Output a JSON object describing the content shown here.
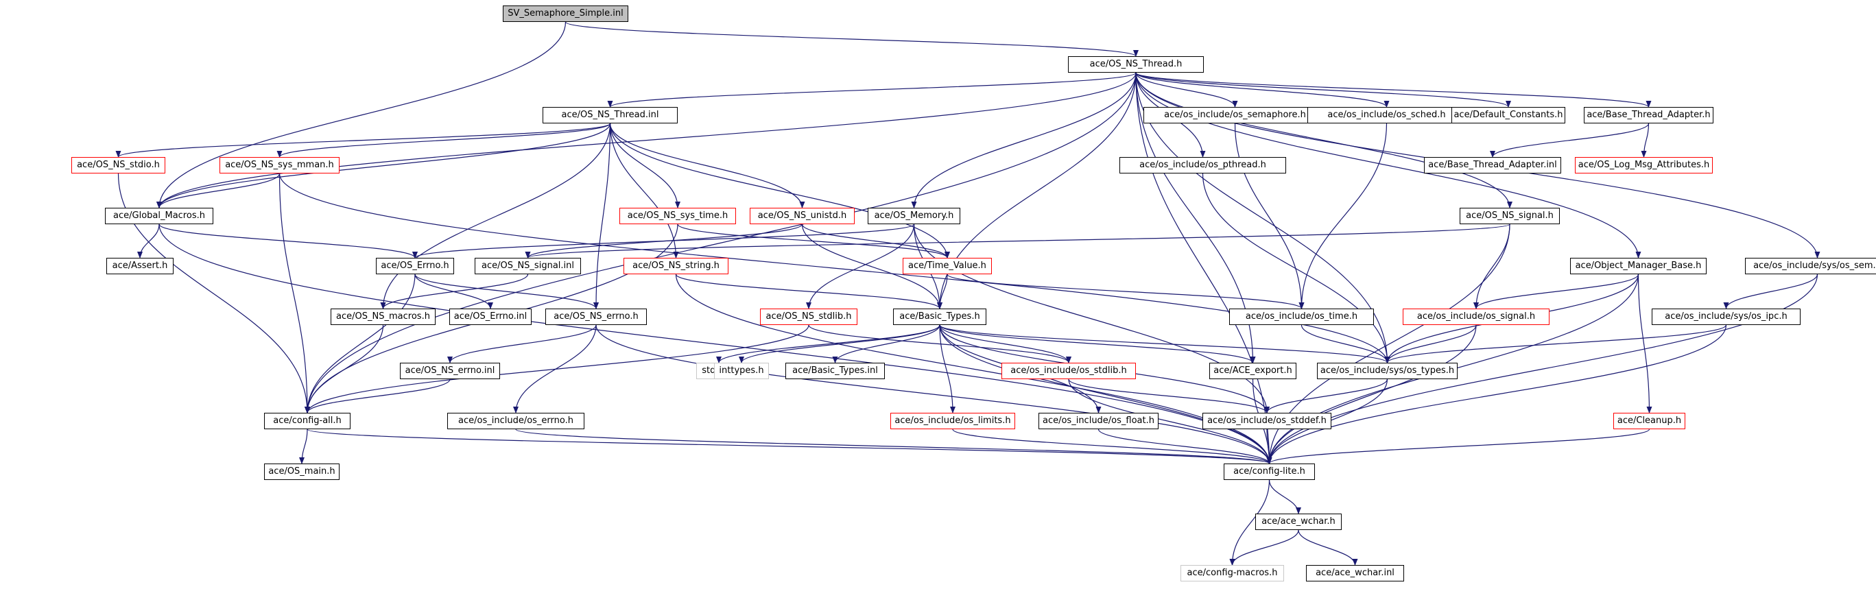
{
  "colors": {
    "edge": "#191970",
    "node_border": "#000000",
    "incomplete_border": "#ff0000",
    "external_border": "#c8c8c8",
    "root_fill": "#bfbfbf"
  },
  "diagram": {
    "root": "SV_Semaphore_Simple.inl",
    "nodes": [
      {
        "id": "root",
        "label": "SV_Semaphore_Simple.inl",
        "style": "root"
      },
      {
        "id": "os_ns_thread_h",
        "label": "ace/OS_NS_Thread.h",
        "style": "normal"
      },
      {
        "id": "os_ns_thread_inl",
        "label": "ace/OS_NS_Thread.inl",
        "style": "normal"
      },
      {
        "id": "os_include_os_semaphore_h",
        "label": "ace/os_include/os_semaphore.h",
        "style": "normal"
      },
      {
        "id": "os_include_os_sched_h",
        "label": "ace/os_include/os_sched.h",
        "style": "normal"
      },
      {
        "id": "default_constants_h",
        "label": "ace/Default_Constants.h",
        "style": "normal"
      },
      {
        "id": "base_thread_adapter_h",
        "label": "ace/Base_Thread_Adapter.h",
        "style": "normal"
      },
      {
        "id": "os_ns_stdio_h",
        "label": "ace/OS_NS_stdio.h",
        "style": "red"
      },
      {
        "id": "os_ns_sys_mman_h",
        "label": "ace/OS_NS_sys_mman.h",
        "style": "red"
      },
      {
        "id": "os_include_os_pthread_h",
        "label": "ace/os_include/os_pthread.h",
        "style": "normal"
      },
      {
        "id": "base_thread_adapter_inl",
        "label": "ace/Base_Thread_Adapter.inl",
        "style": "normal"
      },
      {
        "id": "os_log_msg_attributes_h",
        "label": "ace/OS_Log_Msg_Attributes.h",
        "style": "red"
      },
      {
        "id": "global_macros_h",
        "label": "ace/Global_Macros.h",
        "style": "normal"
      },
      {
        "id": "os_ns_sys_time_h",
        "label": "ace/OS_NS_sys_time.h",
        "style": "red"
      },
      {
        "id": "os_ns_unistd_h",
        "label": "ace/OS_NS_unistd.h",
        "style": "red"
      },
      {
        "id": "os_memory_h",
        "label": "ace/OS_Memory.h",
        "style": "normal"
      },
      {
        "id": "os_ns_signal_h",
        "label": "ace/OS_NS_signal.h",
        "style": "normal"
      },
      {
        "id": "assert_h",
        "label": "ace/Assert.h",
        "style": "normal"
      },
      {
        "id": "os_errno_h",
        "label": "ace/OS_Errno.h",
        "style": "normal"
      },
      {
        "id": "os_ns_signal_inl",
        "label": "ace/OS_NS_signal.inl",
        "style": "normal"
      },
      {
        "id": "os_ns_string_h",
        "label": "ace/OS_NS_string.h",
        "style": "red"
      },
      {
        "id": "time_value_h",
        "label": "ace/Time_Value.h",
        "style": "red"
      },
      {
        "id": "object_manager_base_h",
        "label": "ace/Object_Manager_Base.h",
        "style": "normal"
      },
      {
        "id": "os_include_sys_os_sem_h",
        "label": "ace/os_include/sys/os_sem.h",
        "style": "normal"
      },
      {
        "id": "os_ns_macros_h",
        "label": "ace/OS_NS_macros.h",
        "style": "normal"
      },
      {
        "id": "os_errno_inl",
        "label": "ace/OS_Errno.inl",
        "style": "normal"
      },
      {
        "id": "os_ns_errno_h",
        "label": "ace/OS_NS_errno.h",
        "style": "normal"
      },
      {
        "id": "os_ns_stdlib_h",
        "label": "ace/OS_NS_stdlib.h",
        "style": "red"
      },
      {
        "id": "basic_types_h",
        "label": "ace/Basic_Types.h",
        "style": "normal"
      },
      {
        "id": "os_include_os_time_h",
        "label": "ace/os_include/os_time.h",
        "style": "normal"
      },
      {
        "id": "os_include_os_signal_h",
        "label": "ace/os_include/os_signal.h",
        "style": "red"
      },
      {
        "id": "os_include_sys_os_ipc_h",
        "label": "ace/os_include/sys/os_ipc.h",
        "style": "normal"
      },
      {
        "id": "stdint_h",
        "label": "stdint.h",
        "style": "grey"
      },
      {
        "id": "inttypes_h",
        "label": "inttypes.h",
        "style": "grey"
      },
      {
        "id": "basic_types_inl",
        "label": "ace/Basic_Types.inl",
        "style": "normal"
      },
      {
        "id": "os_include_os_stdlib_h",
        "label": "ace/os_include/os_stdlib.h",
        "style": "red"
      },
      {
        "id": "ace_export_h",
        "label": "ace/ACE_export.h",
        "style": "normal"
      },
      {
        "id": "os_include_sys_os_types_h",
        "label": "ace/os_include/sys/os_types.h",
        "style": "normal"
      },
      {
        "id": "os_ns_errno_inl",
        "label": "ace/OS_NS_errno.inl",
        "style": "normal"
      },
      {
        "id": "config_all_h",
        "label": "ace/config-all.h",
        "style": "normal"
      },
      {
        "id": "os_include_os_errno_h",
        "label": "ace/os_include/os_errno.h",
        "style": "normal"
      },
      {
        "id": "os_include_os_limits_h",
        "label": "ace/os_include/os_limits.h",
        "style": "red"
      },
      {
        "id": "os_include_os_float_h",
        "label": "ace/os_include/os_float.h",
        "style": "normal"
      },
      {
        "id": "os_include_os_stddef_h",
        "label": "ace/os_include/os_stddef.h",
        "style": "normal"
      },
      {
        "id": "cleanup_h",
        "label": "ace/Cleanup.h",
        "style": "red"
      },
      {
        "id": "os_main_h",
        "label": "ace/OS_main.h",
        "style": "normal"
      },
      {
        "id": "config_lite_h",
        "label": "ace/config-lite.h",
        "style": "normal"
      },
      {
        "id": "ace_wchar_h",
        "label": "ace/ace_wchar.h",
        "style": "normal"
      },
      {
        "id": "config_macros_h",
        "label": "ace/config-macros.h",
        "style": "grey"
      },
      {
        "id": "ace_wchar_inl",
        "label": "ace/ace_wchar.inl",
        "style": "normal"
      }
    ],
    "edges": [
      [
        "root",
        "os_ns_thread_h"
      ],
      [
        "root",
        "global_macros_h"
      ],
      [
        "os_ns_thread_h",
        "os_ns_thread_inl"
      ],
      [
        "os_ns_thread_h",
        "os_include_os_semaphore_h"
      ],
      [
        "os_ns_thread_h",
        "os_include_os_sched_h"
      ],
      [
        "os_ns_thread_h",
        "default_constants_h"
      ],
      [
        "os_ns_thread_h",
        "base_thread_adapter_h"
      ],
      [
        "os_ns_thread_h",
        "os_include_os_pthread_h"
      ],
      [
        "os_ns_thread_h",
        "global_macros_h"
      ],
      [
        "os_ns_thread_h",
        "os_memory_h"
      ],
      [
        "os_ns_thread_h",
        "os_ns_signal_h"
      ],
      [
        "os_ns_thread_h",
        "object_manager_base_h"
      ],
      [
        "os_ns_thread_h",
        "os_include_sys_os_sem_h"
      ],
      [
        "os_ns_thread_h",
        "basic_types_h"
      ],
      [
        "os_ns_thread_h",
        "config_all_h"
      ],
      [
        "os_ns_thread_h",
        "ace_export_h"
      ],
      [
        "os_ns_thread_h",
        "config_lite_h"
      ],
      [
        "os_ns_thread_h",
        "os_include_sys_os_types_h"
      ],
      [
        "os_ns_thread_inl",
        "os_ns_stdio_h"
      ],
      [
        "os_ns_thread_inl",
        "os_ns_sys_mman_h"
      ],
      [
        "os_ns_thread_inl",
        "os_ns_sys_time_h"
      ],
      [
        "os_ns_thread_inl",
        "os_ns_unistd_h"
      ],
      [
        "os_ns_thread_inl",
        "os_ns_string_h"
      ],
      [
        "os_ns_thread_inl",
        "time_value_h"
      ],
      [
        "os_ns_thread_inl",
        "os_ns_macros_h"
      ],
      [
        "os_ns_thread_inl",
        "os_ns_errno_h"
      ],
      [
        "os_ns_thread_inl",
        "global_macros_h"
      ],
      [
        "os_include_os_semaphore_h",
        "os_include_os_time_h"
      ],
      [
        "os_include_os_sched_h",
        "os_include_os_time_h"
      ],
      [
        "base_thread_adapter_h",
        "base_thread_adapter_inl"
      ],
      [
        "base_thread_adapter_h",
        "os_log_msg_attributes_h"
      ],
      [
        "os_ns_stdio_h",
        "config_all_h"
      ],
      [
        "os_ns_sys_mman_h",
        "global_macros_h"
      ],
      [
        "os_ns_sys_mman_h",
        "config_all_h"
      ],
      [
        "os_ns_sys_mman_h",
        "os_include_sys_os_types_h"
      ],
      [
        "os_include_os_pthread_h",
        "os_include_sys_os_types_h"
      ],
      [
        "global_macros_h",
        "assert_h"
      ],
      [
        "global_macros_h",
        "os_errno_h"
      ],
      [
        "global_macros_h",
        "config_lite_h"
      ],
      [
        "os_ns_sys_time_h",
        "time_value_h"
      ],
      [
        "os_ns_sys_time_h",
        "config_all_h"
      ],
      [
        "os_ns_unistd_h",
        "time_value_h"
      ],
      [
        "os_ns_unistd_h",
        "basic_types_h"
      ],
      [
        "os_ns_unistd_h",
        "os_ns_signal_inl"
      ],
      [
        "os_memory_h",
        "os_errno_h"
      ],
      [
        "os_memory_h",
        "basic_types_h"
      ],
      [
        "os_memory_h",
        "os_ns_stdlib_h"
      ],
      [
        "os_memory_h",
        "os_include_os_stddef_h"
      ],
      [
        "os_ns_signal_h",
        "os_ns_signal_inl"
      ],
      [
        "os_ns_signal_h",
        "os_include_os_signal_h"
      ],
      [
        "os_ns_signal_h",
        "config_lite_h"
      ],
      [
        "os_errno_h",
        "os_errno_inl"
      ],
      [
        "os_errno_h",
        "os_ns_errno_h"
      ],
      [
        "os_errno_h",
        "config_all_h"
      ],
      [
        "os_ns_signal_inl",
        "os_ns_macros_h"
      ],
      [
        "os_ns_string_h",
        "basic_types_h"
      ],
      [
        "os_ns_string_h",
        "config_lite_h"
      ],
      [
        "time_value_h",
        "basic_types_h"
      ],
      [
        "time_value_h",
        "os_include_os_time_h"
      ],
      [
        "object_manager_base_h",
        "os_include_os_signal_h"
      ],
      [
        "object_manager_base_h",
        "cleanup_h"
      ],
      [
        "object_manager_base_h",
        "os_include_sys_os_types_h"
      ],
      [
        "object_manager_base_h",
        "config_lite_h"
      ],
      [
        "os_include_sys_os_sem_h",
        "os_include_sys_os_ipc_h"
      ],
      [
        "os_include_sys_os_sem_h",
        "config_lite_h"
      ],
      [
        "os_ns_macros_h",
        "config_all_h"
      ],
      [
        "os_ns_errno_h",
        "os_ns_errno_inl"
      ],
      [
        "os_ns_errno_h",
        "os_include_os_errno_h"
      ],
      [
        "os_ns_errno_h",
        "config_lite_h"
      ],
      [
        "os_ns_stdlib_h",
        "os_include_os_stdlib_h"
      ],
      [
        "os_ns_stdlib_h",
        "config_all_h"
      ],
      [
        "basic_types_h",
        "stdint_h"
      ],
      [
        "basic_types_h",
        "inttypes_h"
      ],
      [
        "basic_types_h",
        "basic_types_inl"
      ],
      [
        "basic_types_h",
        "os_include_os_stdlib_h"
      ],
      [
        "basic_types_h",
        "ace_export_h"
      ],
      [
        "basic_types_h",
        "os_include_sys_os_types_h"
      ],
      [
        "basic_types_h",
        "os_include_os_limits_h"
      ],
      [
        "basic_types_h",
        "os_include_os_float_h"
      ],
      [
        "basic_types_h",
        "os_include_os_stddef_h"
      ],
      [
        "basic_types_h",
        "config_lite_h"
      ],
      [
        "os_include_os_time_h",
        "os_include_sys_os_types_h"
      ],
      [
        "os_include_os_signal_h",
        "os_include_sys_os_types_h"
      ],
      [
        "os_include_os_signal_h",
        "config_lite_h"
      ],
      [
        "os_include_sys_os_ipc_h",
        "os_include_sys_os_types_h"
      ],
      [
        "os_include_sys_os_ipc_h",
        "config_lite_h"
      ],
      [
        "os_include_os_stdlib_h",
        "os_include_os_stddef_h"
      ],
      [
        "os_include_os_stdlib_h",
        "config_lite_h"
      ],
      [
        "ace_export_h",
        "config_lite_h"
      ],
      [
        "os_include_sys_os_types_h",
        "os_include_os_stddef_h"
      ],
      [
        "os_include_sys_os_types_h",
        "config_lite_h"
      ],
      [
        "os_ns_errno_inl",
        "config_all_h"
      ],
      [
        "config_all_h",
        "os_main_h"
      ],
      [
        "config_all_h",
        "config_lite_h"
      ],
      [
        "os_include_os_errno_h",
        "config_lite_h"
      ],
      [
        "os_include_os_limits_h",
        "config_lite_h"
      ],
      [
        "os_include_os_float_h",
        "config_lite_h"
      ],
      [
        "os_include_os_stddef_h",
        "config_lite_h"
      ],
      [
        "cleanup_h",
        "config_lite_h"
      ],
      [
        "config_lite_h",
        "ace_wchar_h"
      ],
      [
        "config_lite_h",
        "config_macros_h"
      ],
      [
        "ace_wchar_h",
        "config_macros_h"
      ],
      [
        "ace_wchar_h",
        "ace_wchar_inl"
      ]
    ]
  }
}
